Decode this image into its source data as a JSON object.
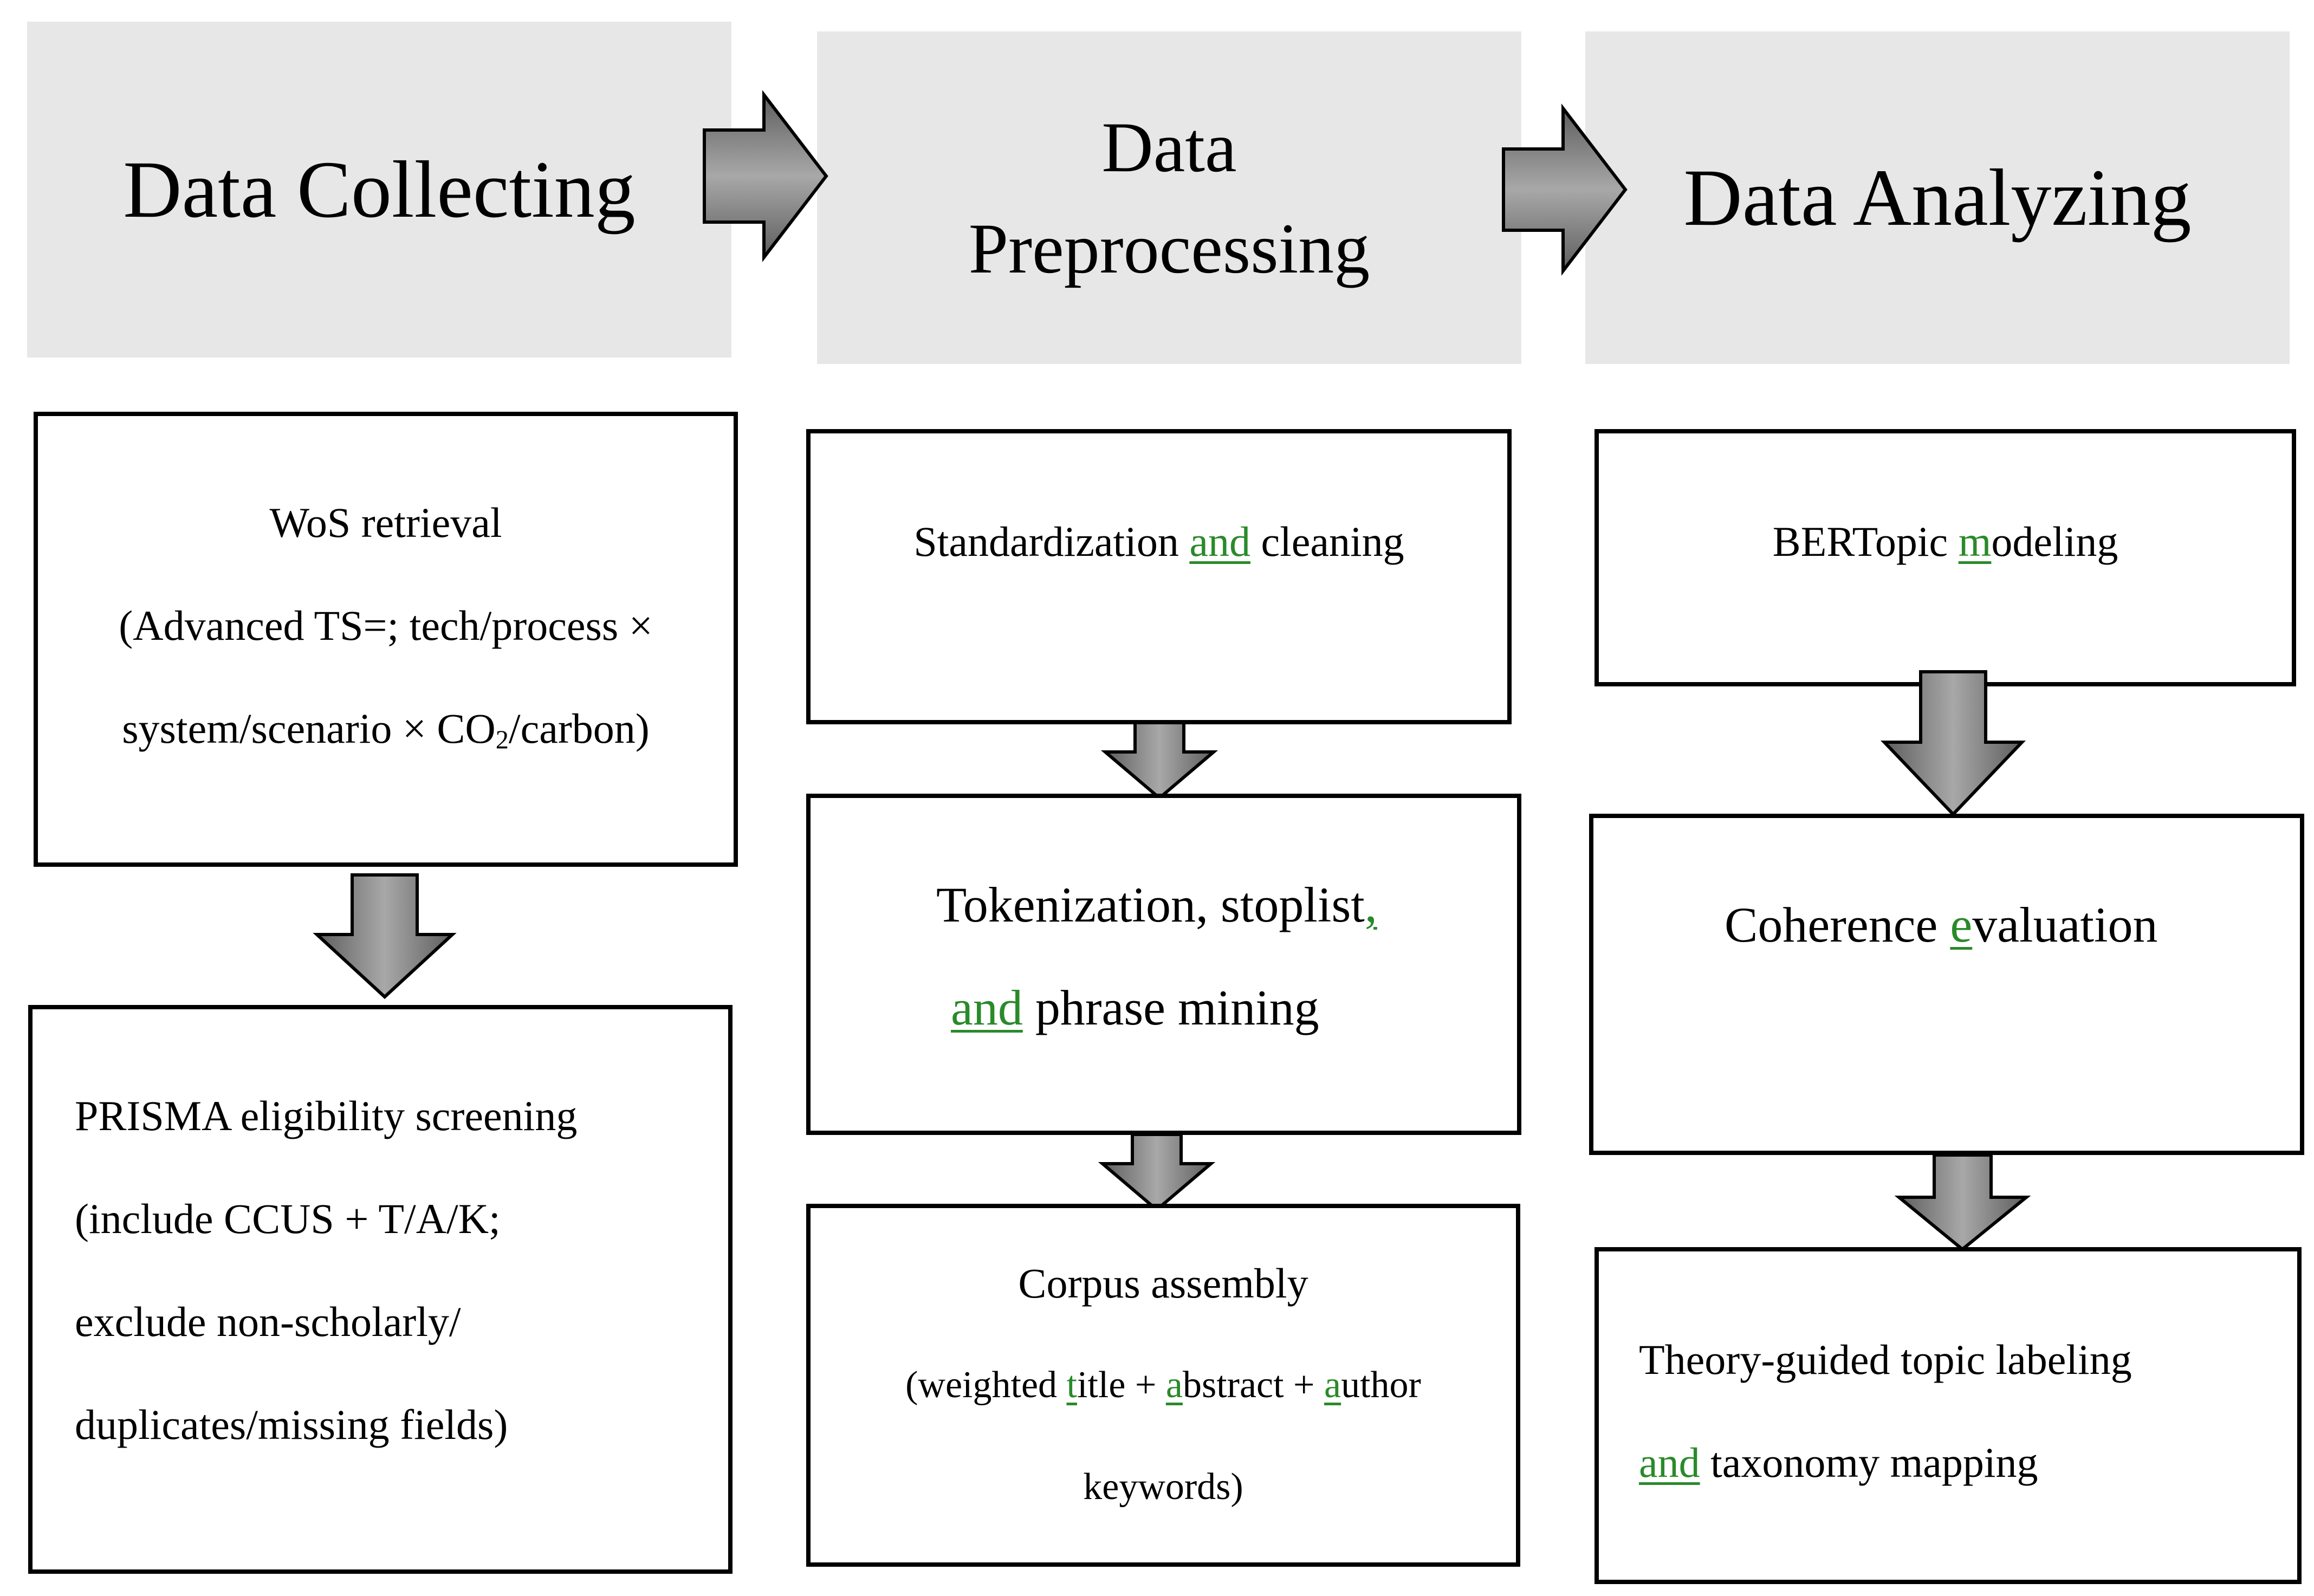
{
  "headers": {
    "collecting": "Data Collecting",
    "preprocessing_line1": "Data",
    "preprocessing_line2": "Preprocessing",
    "analyzing": "Data Analyzing"
  },
  "collecting": {
    "box1": {
      "line1": "WoS retrieval",
      "line2": "(Advanced TS=; tech/process ×",
      "line3_a": "system/scenario × CO",
      "line3_sub": "2",
      "line3_b": "/carbon)"
    },
    "box2": {
      "line1": "PRISMA eligibility screening",
      "line2": "(include CCUS + T/A/K;",
      "line3": "exclude non-scholarly/",
      "line4": "duplicates/missing fields)"
    }
  },
  "preprocessing": {
    "box1": {
      "pre": "Standardization ",
      "hl": "and",
      "post": " cleaning"
    },
    "box2": {
      "line1_a": "Tokenization, stoplist",
      "line1_hl": ",",
      "line2_hl": "and",
      "line2_b": " phrase mining"
    },
    "box3": {
      "line1": "Corpus assembly",
      "line2_a": "(weighted ",
      "line2_t": "t",
      "line2_b": "itle + ",
      "line2_a2": "a",
      "line2_c": "bstract + ",
      "line2_a3": "a",
      "line2_d": "uthor",
      "line3": "keywords)"
    }
  },
  "analyzing": {
    "box1": {
      "pre": "BERTopic ",
      "hl": "m",
      "post": "odeling"
    },
    "box2": {
      "pre": "Coherence ",
      "hl": "e",
      "post": "valuation"
    },
    "box3": {
      "line1": "Theory-guided topic labeling",
      "line2_hl": "and",
      "line2_b": " taxonomy mapping"
    }
  },
  "colors": {
    "header_bg": "#e7e7e7",
    "arrow_fill_light": "#b3b3b3",
    "arrow_fill_dark": "#5a5a5a",
    "tracked_change": "#2a8a2a"
  }
}
